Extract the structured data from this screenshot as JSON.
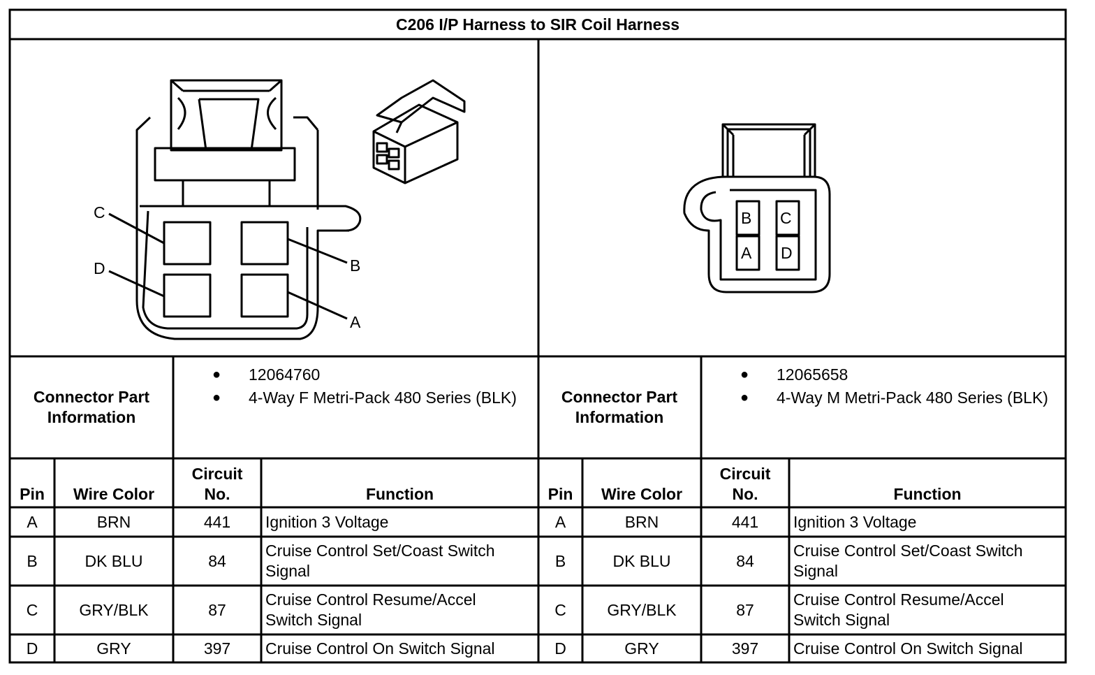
{
  "title": "C206 I/P Harness to SIR Coil Harness",
  "left_connector": {
    "pin_callouts": [
      "C",
      "D",
      "B",
      "A"
    ],
    "part_label": "Connector Part Information",
    "part_items": [
      "12064760",
      "4-Way F Metri-Pack 480 Series (BLK)"
    ]
  },
  "right_connector": {
    "cavity_labels": [
      "B",
      "C",
      "A",
      "D"
    ],
    "part_label": "Connector Part Information",
    "part_items": [
      "12065658",
      "4-Way M Metri-Pack 480 Series (BLK)"
    ]
  },
  "table_headers": [
    "Pin",
    "Wire Color",
    "Circuit No.",
    "Function"
  ],
  "rows": [
    {
      "pin": "A",
      "color": "BRN",
      "circuit": "441",
      "function": "Ignition 3 Voltage"
    },
    {
      "pin": "B",
      "color": "DK BLU",
      "circuit": "84",
      "function": "Cruise Control Set/Coast Switch Signal"
    },
    {
      "pin": "C",
      "color": "GRY/BLK",
      "circuit": "87",
      "function": "Cruise Control Resume/Accel Switch Signal"
    },
    {
      "pin": "D",
      "color": "GRY",
      "circuit": "397",
      "function": "Cruise Control On Switch Signal"
    }
  ]
}
